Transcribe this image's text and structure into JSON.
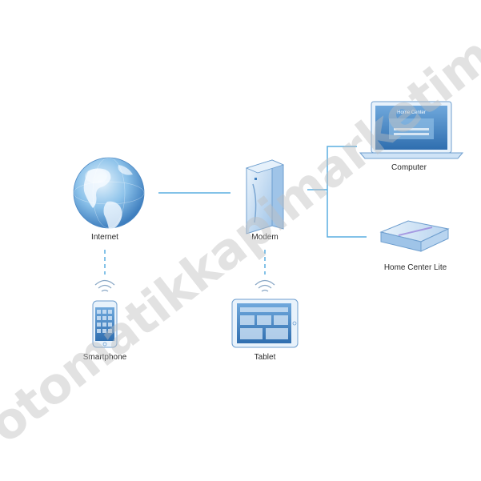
{
  "nodes": {
    "internet": {
      "label": "Internet"
    },
    "modem": {
      "label": "Modem"
    },
    "computer": {
      "label": "Computer",
      "screen_text": "Home Center"
    },
    "home_center_lite": {
      "label": "Home Center Lite"
    },
    "smartphone": {
      "label": "Smartphone"
    },
    "tablet": {
      "label": "Tablet"
    }
  },
  "connections": [
    {
      "from": "internet",
      "to": "modem",
      "style": "solid"
    },
    {
      "from": "modem",
      "to": "computer",
      "style": "solid"
    },
    {
      "from": "modem",
      "to": "home_center_lite",
      "style": "solid"
    },
    {
      "from": "internet",
      "to": "smartphone",
      "style": "dashed",
      "wireless": true
    },
    {
      "from": "modem",
      "to": "tablet",
      "style": "dashed",
      "wireless": true
    }
  ],
  "watermark": "otomatikkapimarketim",
  "colors": {
    "line": "#5aaee0",
    "device_body": "#cfe3f6",
    "device_edge": "#6f9fcf",
    "globe_light": "#c9e4f8",
    "globe_dark": "#3f86c9"
  }
}
